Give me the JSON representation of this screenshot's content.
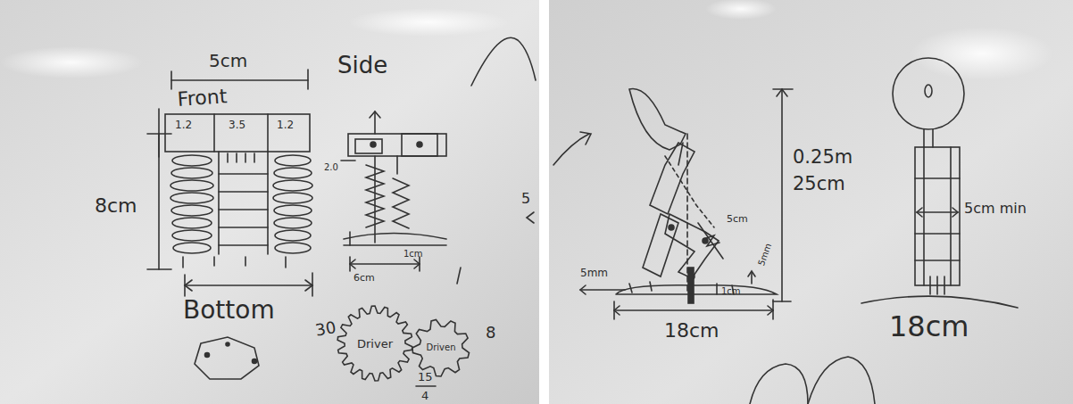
{
  "diagram": {
    "nodes": [
      {
        "text": [
          "Driver"
        ]
      },
      {
        "text": [
          "Driven"
        ]
      }
    ],
    "labels": [
      "5cm",
      "Front",
      "1.2",
      "3.5",
      "1.2",
      "8cm",
      "Side",
      "2.0",
      "Bottom",
      "6cm",
      "1cm",
      "30",
      "8",
      "15",
      "4",
      "5",
      "0.25m",
      "25cm",
      "5cm",
      "5mm",
      "1cm",
      "5mm",
      "18cm",
      "5cm min",
      "18cm"
    ]
  }
}
